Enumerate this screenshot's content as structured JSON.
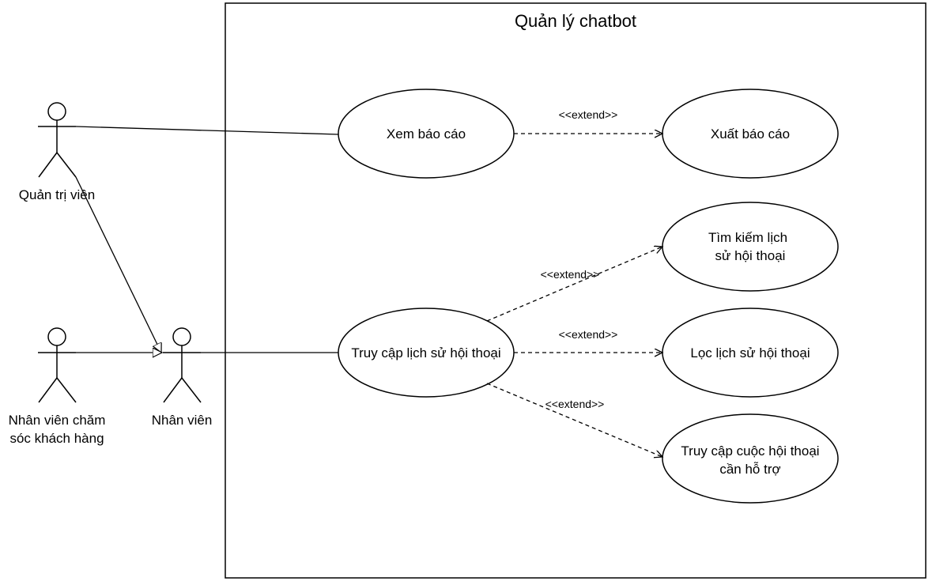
{
  "diagram": {
    "system_title": "Quản lý chatbot",
    "actors": {
      "admin": "Quản trị viên",
      "staff": "Nhân viên",
      "cs_staff_line1": "Nhân viên chăm",
      "cs_staff_line2": "sóc khách hàng"
    },
    "use_cases": {
      "view_report": "Xem báo cáo",
      "export_report": "Xuất báo cáo",
      "search_history_line1": "Tìm kiếm lịch",
      "search_history_line2": "sử hội thoại",
      "access_history": "Truy cập lịch sử hội thoại",
      "filter_history": "Lọc lịch sử hội thoại",
      "access_support_line1": "Truy cập cuộc hội thoại",
      "access_support_line2": "cần hỗ trợ"
    },
    "relations": {
      "extend_export": "<<extend>>",
      "extend_search": "<<extend>>",
      "extend_filter": "<<extend>>",
      "extend_support": "<<extend>>"
    },
    "colors": {
      "stroke": "#000000",
      "background": "#ffffff"
    }
  }
}
